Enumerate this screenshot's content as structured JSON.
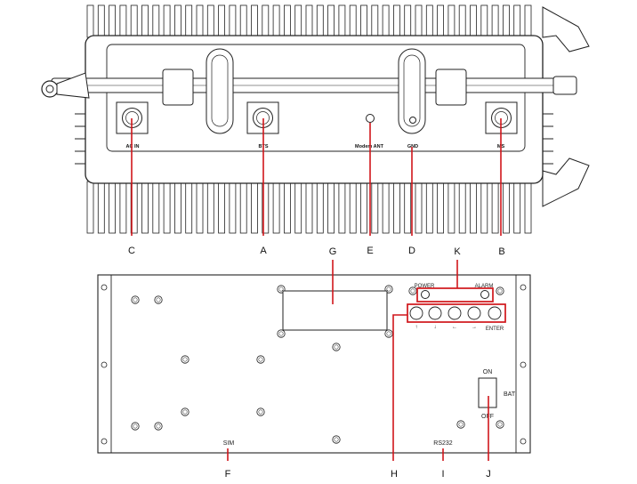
{
  "top_unit": {
    "ports": {
      "ac_in": "AC IN",
      "bts": "BTS",
      "modem_ant": "Modem ANT",
      "gnd": "GND",
      "ms": "MS"
    }
  },
  "callouts": {
    "a": "A",
    "b": "B",
    "c": "C",
    "d": "D",
    "e": "E",
    "f": "F",
    "g": "G",
    "h": "H",
    "i": "I",
    "j": "J",
    "k": "K"
  },
  "bottom_panel": {
    "power": "POWER",
    "alarm": "ALARM",
    "enter": "ENTER",
    "sim": "SIM",
    "rs232": "RS232",
    "switch_on": "ON",
    "switch_off": "OFF",
    "switch_bat": "BAT",
    "arrows": [
      "↑",
      "↓",
      "←",
      "→"
    ]
  },
  "colors": {
    "callout_line": "#d0161b",
    "drawing": "#222222"
  }
}
